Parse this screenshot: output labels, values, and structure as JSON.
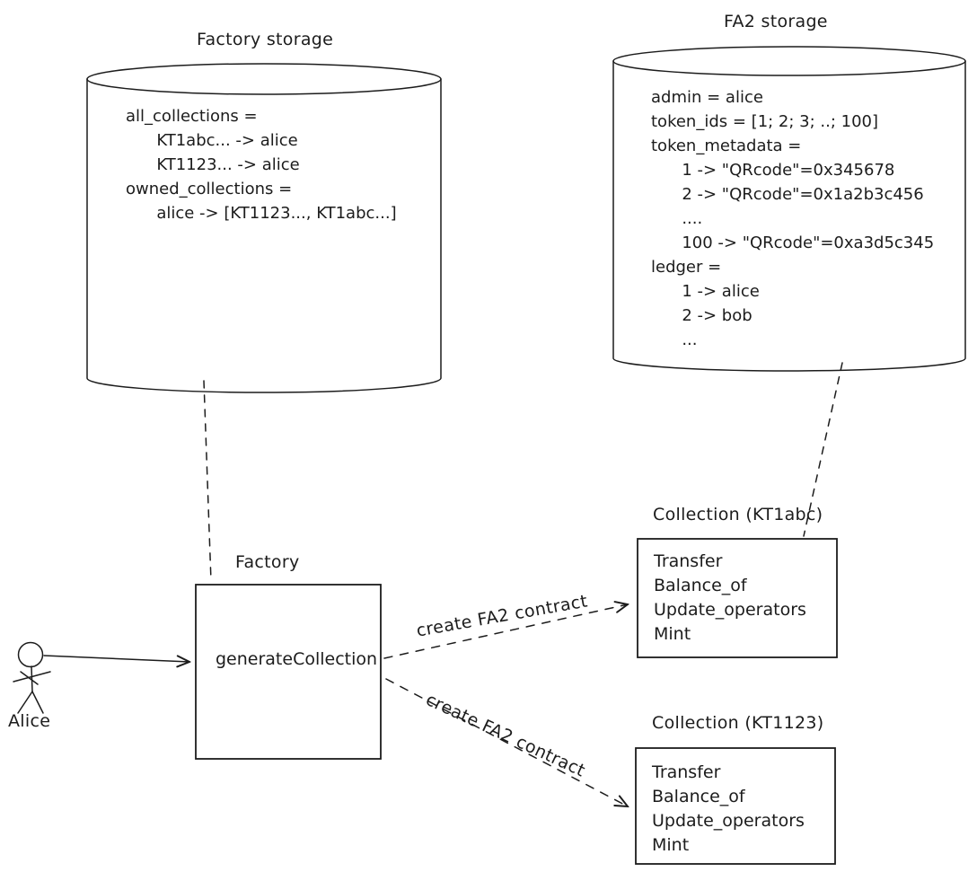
{
  "diagram": {
    "colors": {
      "stroke": "#1c1c1c",
      "background": "#ffffff"
    },
    "factory_storage": {
      "title": "Factory storage",
      "lines": [
        "all_collections =",
        "      KT1abc... -> alice",
        "      KT1123... -> alice",
        "owned_collections =",
        "      alice -> [KT1123..., KT1abc...]"
      ]
    },
    "fa2_storage": {
      "title": "FA2 storage",
      "lines": [
        "admin = alice",
        "token_ids = [1; 2; 3; ..; 100]",
        "token_metadata =",
        "      1 -> \"QRcode\"=0x345678",
        "      2 -> \"QRcode\"=0x1a2b3c456",
        "      ....",
        "      100 -> \"QRcode\"=0xa3d5c345",
        "ledger =",
        "      1 -> alice",
        "      2 -> bob",
        "      ..."
      ]
    },
    "factory": {
      "title": "Factory",
      "entrypoint": "generateCollection"
    },
    "collection_abc": {
      "title": "Collection (KT1abc)",
      "entrypoints": [
        "Transfer",
        "Balance_of",
        "Update_operators",
        "Mint"
      ]
    },
    "collection_123": {
      "title": "Collection (KT1123)",
      "entrypoints": [
        "Transfer",
        "Balance_of",
        "Update_operators",
        "Mint"
      ]
    },
    "actor": {
      "label": "Alice"
    },
    "edges": {
      "create_fa2_upper": "create FA2 contract",
      "create_fa2_lower": "create FA2 contract"
    }
  }
}
